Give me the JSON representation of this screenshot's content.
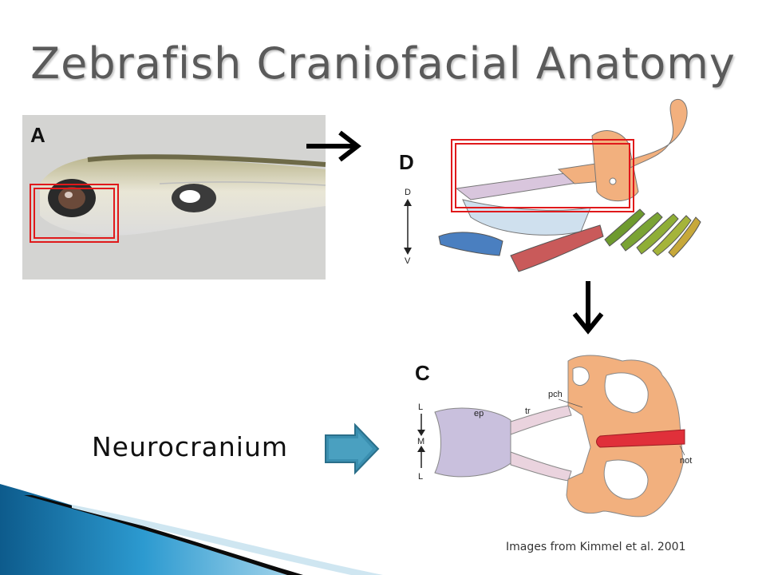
{
  "title": "Zebrafish Craniofacial Anatomy",
  "neurocranium_label": "Neurocranium",
  "credit": "Images from Kimmel et al. 2001",
  "panel_a": {
    "letter": "A"
  },
  "panel_d": {
    "letter": "D",
    "axis_top": "D",
    "axis_bottom": "V"
  },
  "panel_c": {
    "letter": "C",
    "axis_top": "L",
    "axis_mid": "M",
    "axis_bottom": "L",
    "labels": {
      "ep": "ep",
      "tr": "tr",
      "pch": "pch",
      "not": "not"
    }
  },
  "colors": {
    "title": "#5a5a5a",
    "highlight_box": "#e0191b",
    "arrow": "#3a8fb0",
    "cartilage_orange": "#f2b07e",
    "cartilage_purple": "#c9c0dd",
    "notochord": "#e0303a",
    "decor_blue": "#1d6fa3"
  }
}
